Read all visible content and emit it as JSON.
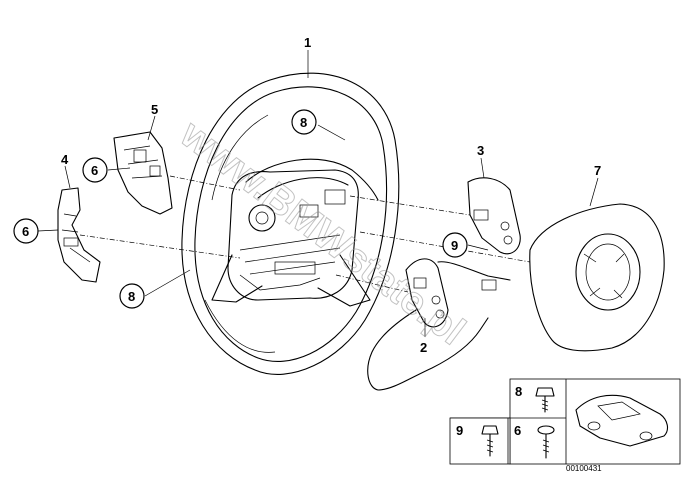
{
  "callouts": {
    "c1": "1",
    "c2": "2",
    "c3": "3",
    "c4": "4",
    "c5": "5",
    "c6a": "6",
    "c6b": "6",
    "c7": "7",
    "c8a": "8",
    "c8b": "8",
    "c9": "9"
  },
  "legend": {
    "k8": "8",
    "k9": "9",
    "k6": "6"
  },
  "watermark": "www.BMWstate.pl",
  "drawing_code": "00100431"
}
